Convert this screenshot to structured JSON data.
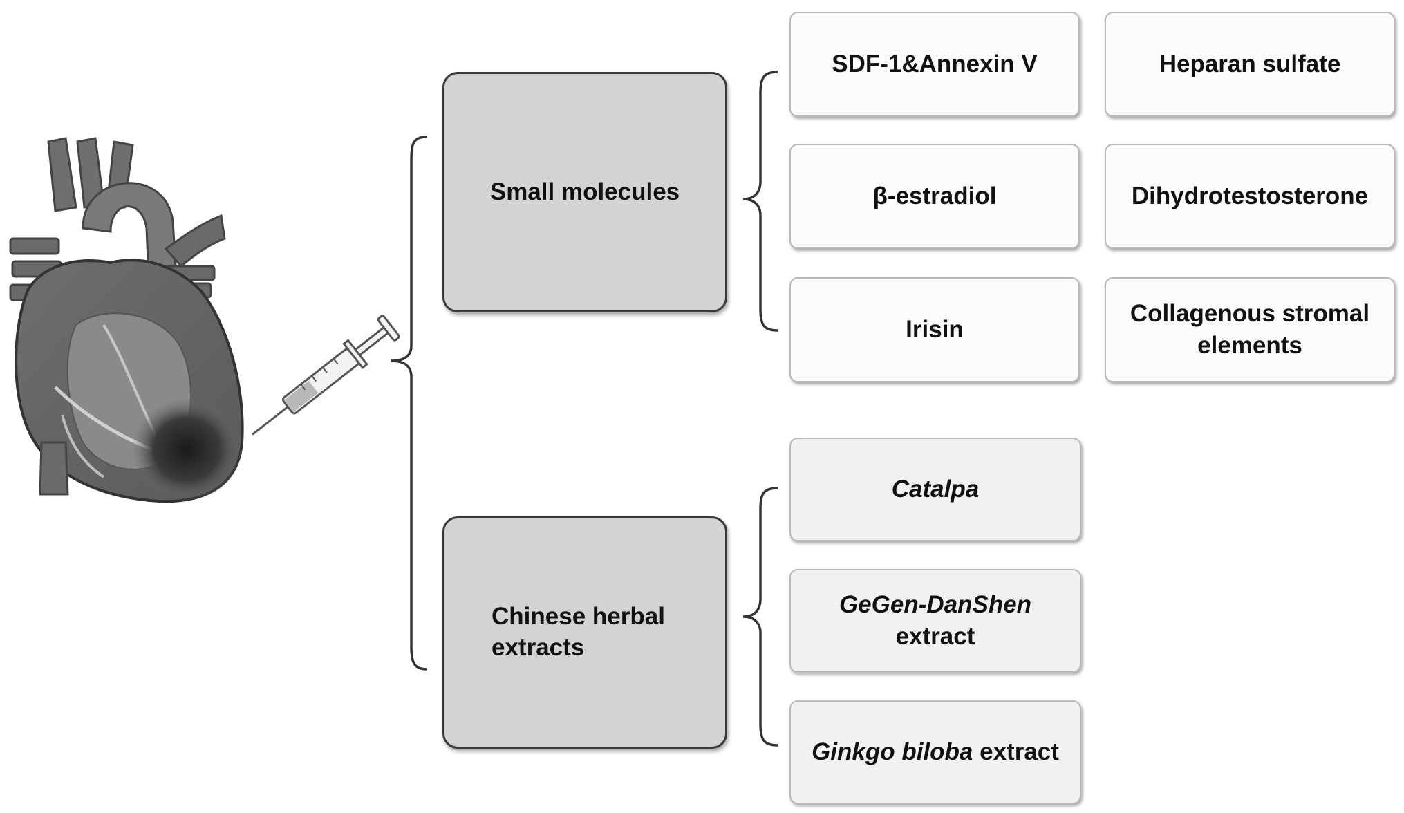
{
  "categories": {
    "small_molecules": {
      "label": "Small molecules"
    },
    "herbal": {
      "line1": "Chinese herbal",
      "line2": "extracts"
    }
  },
  "small_molecules_items": {
    "sdf1": "SDF-1&Annexin V",
    "heparan": "Heparan sulfate",
    "estradiol": "β-estradiol",
    "dht": "Dihydrotestosterone",
    "irisin": "Irisin",
    "collagen_line1": "Collagenous stromal",
    "collagen_line2": "elements"
  },
  "herbal_items": {
    "catalpa": "Catalpa",
    "gegen_italic": "GeGen-DanShen",
    "gegen_rest": "extract",
    "ginkgo_italic": "Ginkgo biloba",
    "ginkgo_rest": " extract"
  },
  "icons": [
    "heart-icon",
    "syringe-icon"
  ]
}
